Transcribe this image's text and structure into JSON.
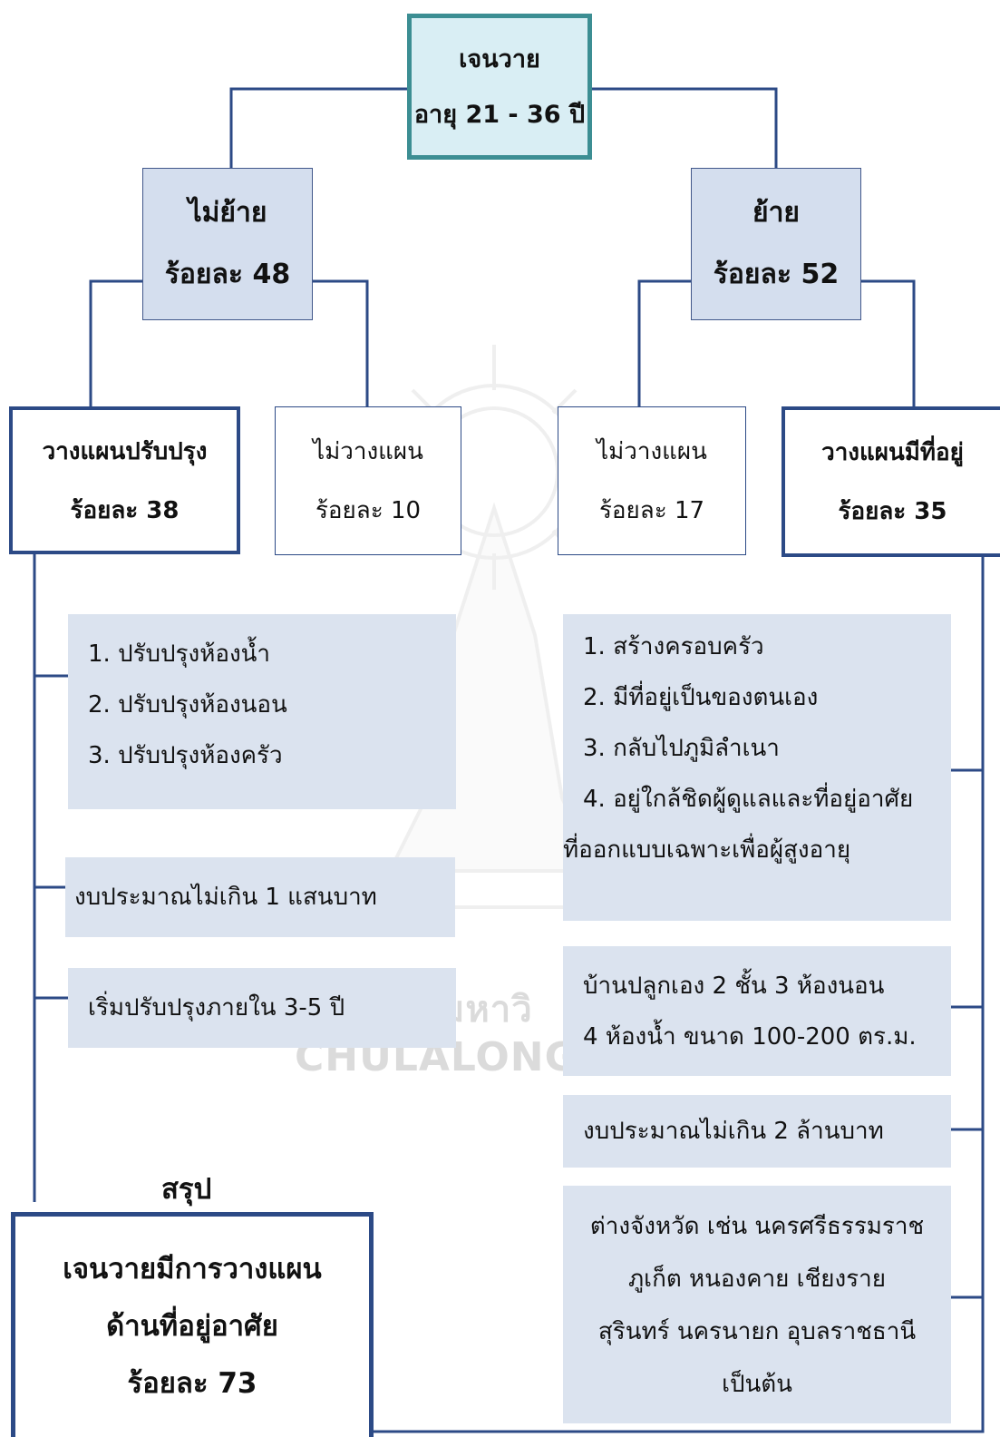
{
  "root": {
    "line1": "เจนวาย",
    "line2": "อายุ  21 - 36 ปี"
  },
  "no_move": {
    "label": "ไม่ย้าย",
    "percent": "ร้อยละ 48"
  },
  "move": {
    "label": "ย้าย",
    "percent": "ร้อยละ 52"
  },
  "plan_renovate": {
    "label": "วางแผนปรับปรุง",
    "percent": "ร้อยละ 38"
  },
  "no_plan_left": {
    "label": "ไม่วางแผน",
    "percent": "ร้อยละ 10"
  },
  "no_plan_right": {
    "label": "ไม่วางแผน",
    "percent": "ร้อยละ 17"
  },
  "plan_housing": {
    "label": "วางแผนมีที่อยู่",
    "percent": "ร้อยละ 35"
  },
  "renovate_items": [
    "1. ปรับปรุงห้องน้ำ",
    "2. ปรับปรุงห้องนอน",
    "3. ปรับปรุงห้องครัว"
  ],
  "renovate_budget": "งบประมาณไม่เกิน 1 แสนบาท",
  "renovate_time": "เริ่มปรับปรุงภายใน 3-5 ปี",
  "housing_reasons": [
    "1. สร้างครอบครัว",
    "2. มีที่อยู่เป็นของตนเอง",
    "3. กลับไปภูมิลำเนา",
    "4. อยู่ใกล้ชิดผู้ดูแลและที่อยู่อาศัย",
    "ที่ออกแบบเฉพาะเพื่อผู้สูงอายุ"
  ],
  "housing_type": [
    "บ้านปลูกเอง 2 ชั้น 3 ห้องนอน",
    "4 ห้องน้ำ ขนาด 100-200 ตร.ม."
  ],
  "housing_budget": "งบประมาณไม่เกิน 2 ล้านบาท",
  "housing_location": [
    "ต่างจังหวัด เช่น นครศรีธรรมราช",
    "ภูเก็ต  หนองคาย  เชียงราย",
    "สุรินทร์ นครนายก อุบลราชธานี",
    "เป็นต้น"
  ],
  "summary_title": "สรุป",
  "summary": [
    "เจนวายมีการวางแผน",
    "ด้านที่อยู่อาศัย",
    "ร้อยละ 73"
  ],
  "watermark": {
    "thai": "มหาวิ",
    "english": "CHULALONGKORN UN"
  },
  "colors": {
    "line": "#2c4a86",
    "panel": "#dbe3ef",
    "root_fill": "#d9eef4",
    "root_border": "#3c8e93",
    "level1_fill": "#d4deee"
  }
}
